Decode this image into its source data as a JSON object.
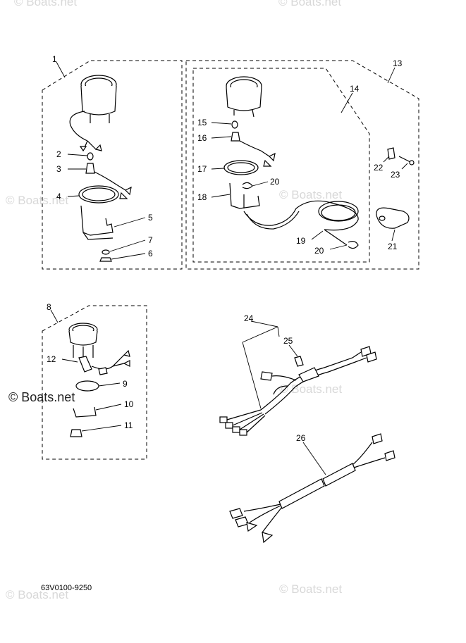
{
  "callouts": {
    "c1": "1",
    "c2": "2",
    "c3": "3",
    "c4": "4",
    "c5": "5",
    "c6": "6",
    "c7": "7",
    "c8": "8",
    "c9": "9",
    "c10": "10",
    "c11": "11",
    "c12": "12",
    "c13": "13",
    "c14": "14",
    "c15": "15",
    "c16": "16",
    "c17": "17",
    "c18": "18",
    "c19": "19",
    "c20a": "20",
    "c20b": "20",
    "c21": "21",
    "c22": "22",
    "c23": "23",
    "c24": "24",
    "c25": "25",
    "c26": "26"
  },
  "diagram_code": "63V0100-9250",
  "watermarks": {
    "main": "© Boats.net",
    "faint": "© Boats.net"
  }
}
